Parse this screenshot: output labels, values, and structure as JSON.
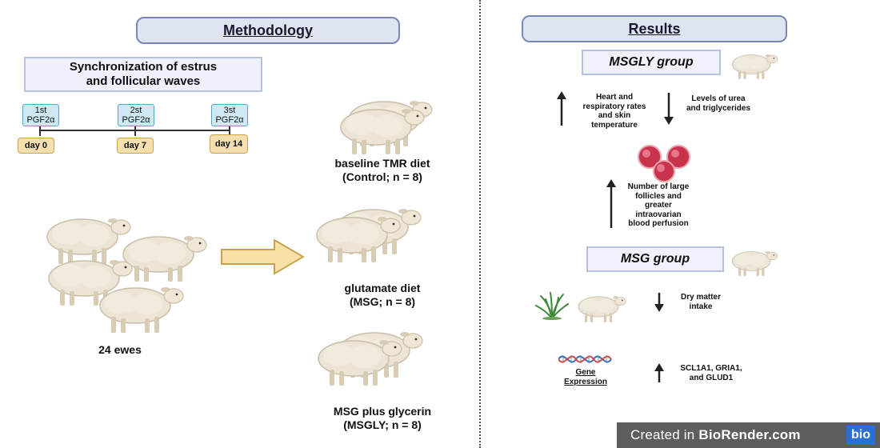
{
  "methodology": {
    "header": "Methodology",
    "sync_title_line1": "Synchronization of estrus",
    "sync_title_line2": "and follicular waves",
    "timeline": [
      {
        "pgf_line1": "1st",
        "pgf_line2": "PGF2α",
        "day": "day 0"
      },
      {
        "pgf_line1": "2st",
        "pgf_line2": "PGF2α",
        "day": "day 7"
      },
      {
        "pgf_line1": "3st",
        "pgf_line2": "PGF2α",
        "day": "day 14"
      }
    ],
    "ewes_label": "24 ewes",
    "groups": [
      {
        "line1": "baseline TMR diet",
        "line2": "(Control; n = 8)"
      },
      {
        "line1": "glutamate diet",
        "line2": "(MSG; n = 8)"
      },
      {
        "line1": "MSG plus glycerin",
        "line2": "(MSGLY; n = 8)"
      }
    ]
  },
  "results": {
    "header": "Results",
    "msgly_group": "MSGLY group",
    "msgly_up": [
      "Heart and",
      "respiratory rates",
      "and skin",
      "temperature"
    ],
    "msgly_down": [
      "Levels of urea",
      "and triglycerides"
    ],
    "follicle_up": [
      "Number of large",
      "follicles and",
      "greater",
      "intraovarian",
      "blood perfusion"
    ],
    "msg_group": "MSG group",
    "dry_matter": [
      "Dry matter",
      "intake"
    ],
    "gene_label_line1": "Gene",
    "gene_label_line2": "Expression",
    "genes": [
      "SCL1A1, GRIA1,",
      "and GLUD1"
    ]
  },
  "footer": {
    "created_in": "Created in",
    "brand": "BioRender.com",
    "logo": "bio"
  },
  "colors": {
    "header_fill": "#dfe4f3",
    "sheep_wool": "#ece4d4",
    "arrow_fill": "#f7e1a6",
    "follicle": "#c8324a",
    "biorender_bg": "#5d5d5d"
  }
}
